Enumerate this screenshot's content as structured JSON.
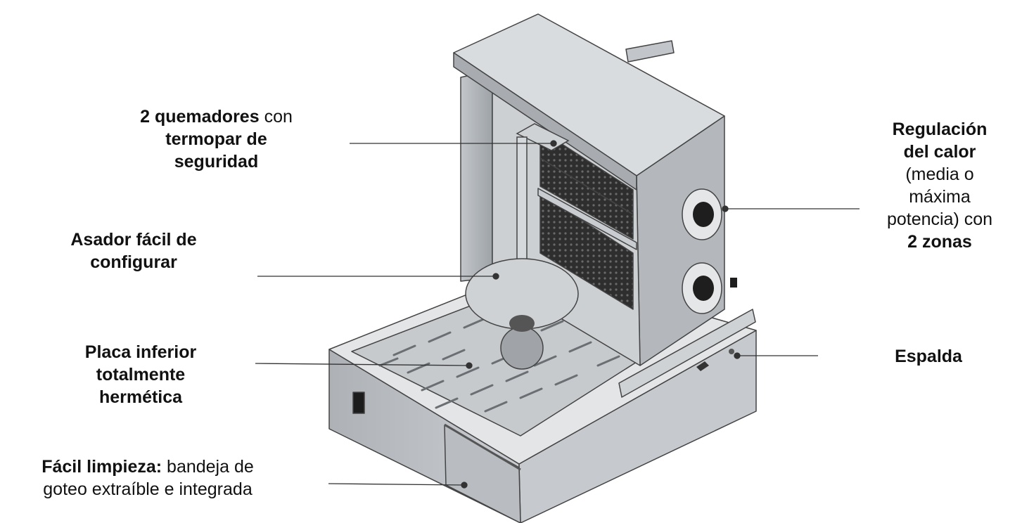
{
  "annotations": {
    "burners": {
      "bold1": "2 quemadores",
      "text1": " con",
      "bold2": "termopar de",
      "bold3": "seguridad"
    },
    "spit": {
      "bold1": "Asador fácil de",
      "bold2": "configurar"
    },
    "plate": {
      "bold1": "Placa inferior",
      "bold2": "totalmente",
      "bold3": "hermética"
    },
    "cleaning": {
      "bold1": "Fácil limpieza:",
      "text1": " bandeja de",
      "text2": "goteo extraíble e integrada"
    },
    "heat": {
      "bold1": "Regulación",
      "bold2": "del calor",
      "text1": "(media o",
      "text2": "máxima",
      "text3": "potencia) con",
      "bold3": "2 zonas"
    },
    "back": {
      "bold1": "Espalda"
    }
  },
  "colors": {
    "steel_light": "#d4d7da",
    "steel_mid": "#b6babe",
    "steel_dark": "#8c9196",
    "grill": "#3a3a3a",
    "line": "#333333"
  }
}
